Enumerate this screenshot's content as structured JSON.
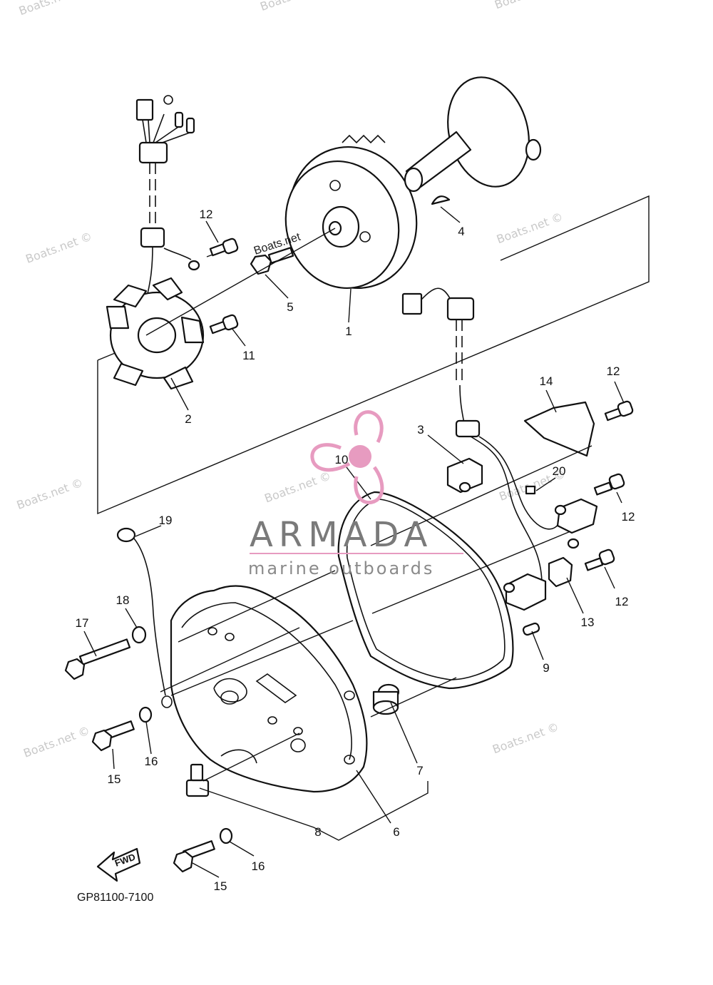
{
  "diagram": {
    "drawing_code": "GP81100-7100",
    "direction_arrow": "FWD",
    "brand": {
      "name": "ARMADA",
      "tagline": "marine outboards",
      "logo_color": "#e79bc0",
      "text_color": "#7a7a7a"
    },
    "watermark_text": "Boats.net ©",
    "inline_watermark": "Boats.net",
    "callouts": [
      {
        "id": "c1",
        "label": "1"
      },
      {
        "id": "c2",
        "label": "2"
      },
      {
        "id": "c3",
        "label": "3"
      },
      {
        "id": "c4",
        "label": "4"
      },
      {
        "id": "c5",
        "label": "5"
      },
      {
        "id": "c6",
        "label": "6"
      },
      {
        "id": "c7",
        "label": "7"
      },
      {
        "id": "c8",
        "label": "8"
      },
      {
        "id": "c9",
        "label": "9"
      },
      {
        "id": "c10",
        "label": "10"
      },
      {
        "id": "c11",
        "label": "11"
      },
      {
        "id": "c12a",
        "label": "12"
      },
      {
        "id": "c12b",
        "label": "12"
      },
      {
        "id": "c12c",
        "label": "12"
      },
      {
        "id": "c12d",
        "label": "12"
      },
      {
        "id": "c13",
        "label": "13"
      },
      {
        "id": "c14",
        "label": "14"
      },
      {
        "id": "c15a",
        "label": "15"
      },
      {
        "id": "c15b",
        "label": "15"
      },
      {
        "id": "c16a",
        "label": "16"
      },
      {
        "id": "c16b",
        "label": "16"
      },
      {
        "id": "c17",
        "label": "17"
      },
      {
        "id": "c18",
        "label": "18"
      },
      {
        "id": "c19",
        "label": "19"
      },
      {
        "id": "c20",
        "label": "20"
      }
    ]
  }
}
